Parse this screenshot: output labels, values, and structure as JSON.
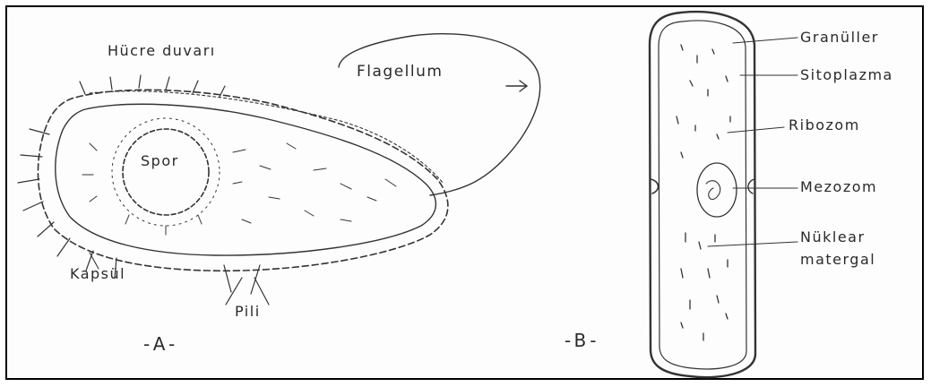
{
  "figure_a": {
    "label": "-A-",
    "callouts": {
      "cell_wall": "Hücre duvarı",
      "flagellum": "Flagellum",
      "spore": "Spor",
      "capsule": "Kapsül",
      "pili": "Pili"
    }
  },
  "figure_b": {
    "label": "-B-",
    "callouts": {
      "granules": "Granüller",
      "cytoplasm": "Sitoplazma",
      "ribosome": "Ribozom",
      "mesosome": "Mezozom",
      "nuclear_material_line1": "Nüklear",
      "nuclear_material_line2": "matergal"
    }
  },
  "colors": {
    "ink": "#2a2a2a",
    "paper": "#fdfdfd",
    "border": "#000000"
  }
}
